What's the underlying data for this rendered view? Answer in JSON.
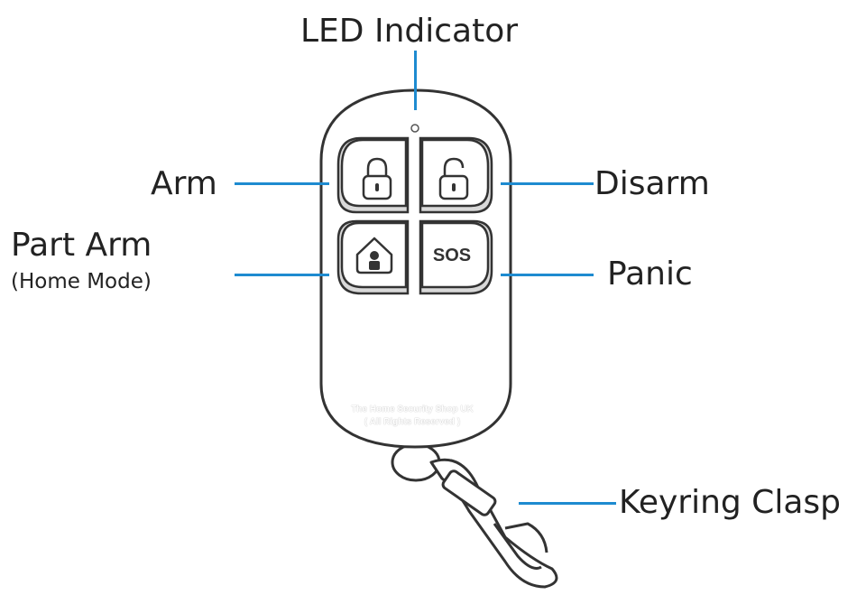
{
  "labels": {
    "led": "LED Indicator",
    "arm": "Arm",
    "disarm": "Disarm",
    "part_arm": "Part Arm",
    "home_mode": "(Home Mode)",
    "panic": "Panic",
    "keyring": "Keyring Clasp"
  },
  "buttons": {
    "sos": "SOS"
  },
  "watermark": {
    "line1": "The Home Security Shop UK",
    "line2": "( All Rights Reserved )"
  },
  "colors": {
    "leader": "#1e8bd0",
    "outline": "#333333",
    "button_fill": "#ffffff",
    "button_shadow": "#d9d9d9"
  }
}
